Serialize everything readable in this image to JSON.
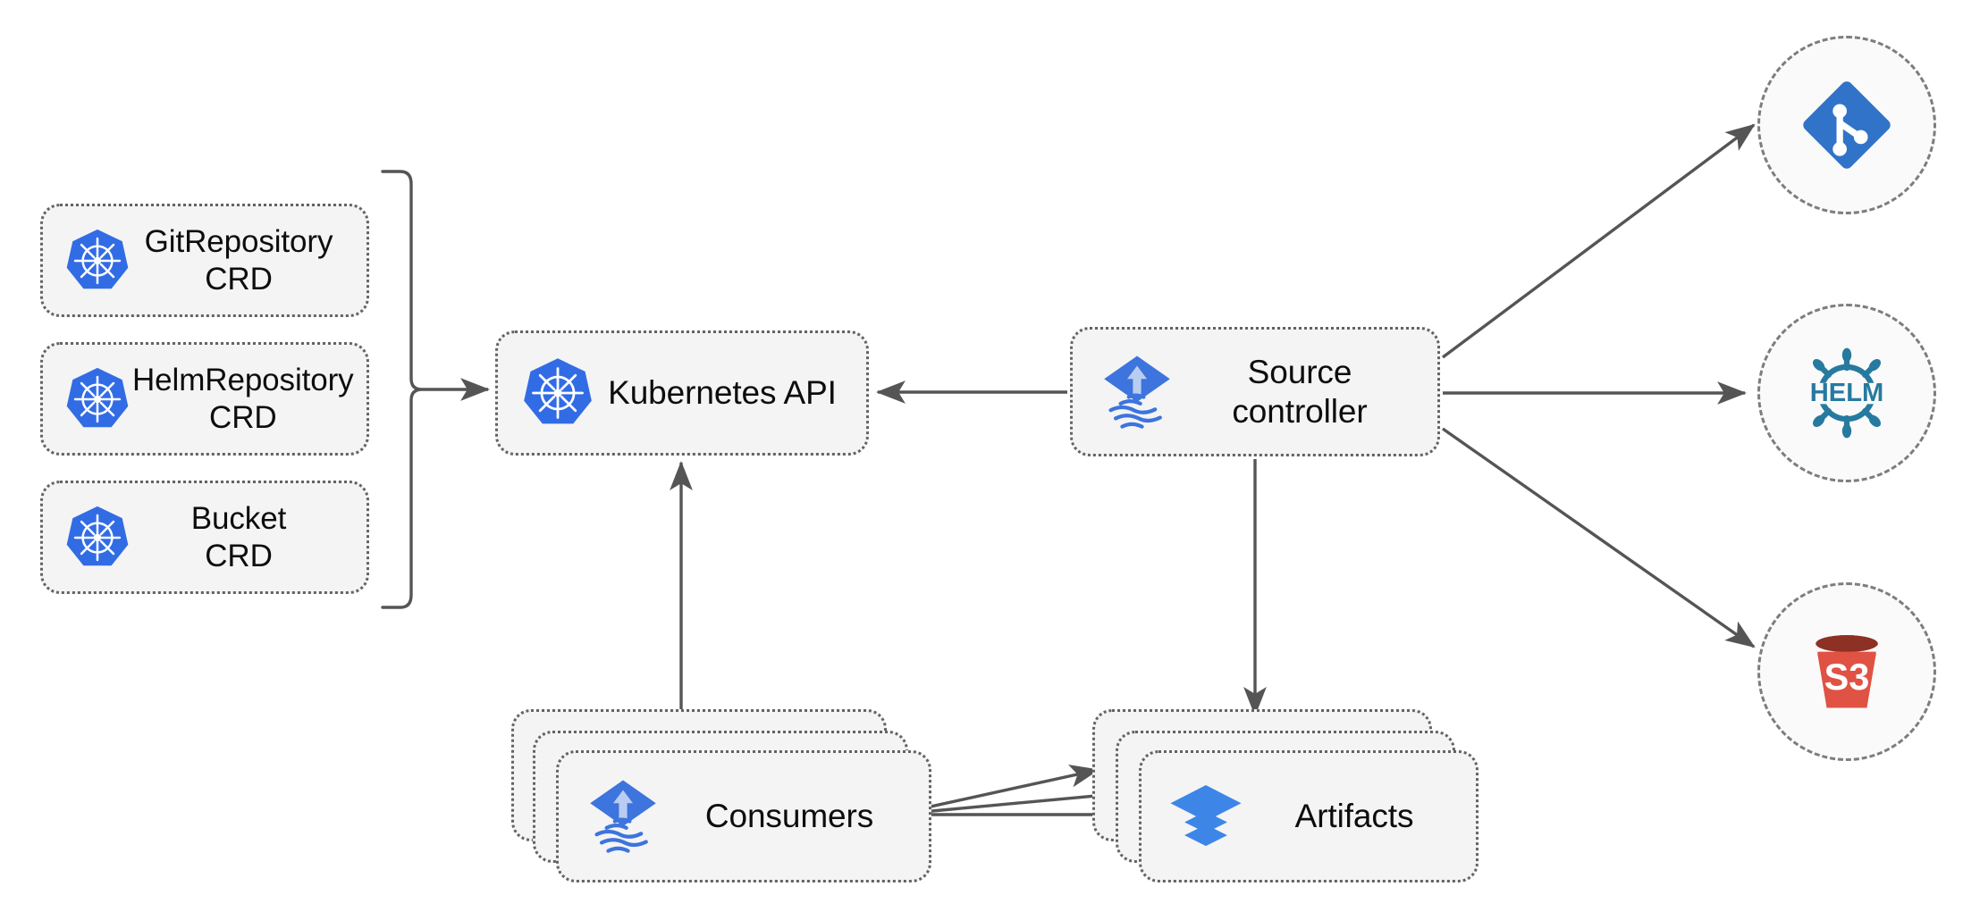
{
  "diagram": {
    "title": "Flux source-controller architecture",
    "background_color": "#ffffff",
    "box_fill_color": "#f4f4f4",
    "box_border_color": "#636363",
    "edge_color": "#555555",
    "accent_blue": "#3d74dd",
    "kubernetes_blue": "#326ce5",
    "helm_teal": "#277a9f",
    "s3_red": "#e05243",
    "s3_red_dark": "#8c3123"
  },
  "crds": [
    {
      "label": "GitRepository\nCRD",
      "icon": "kubernetes-icon"
    },
    {
      "label": "HelmRepository\nCRD",
      "icon": "kubernetes-icon"
    },
    {
      "label": "Bucket\nCRD",
      "icon": "kubernetes-icon"
    }
  ],
  "nodes": {
    "kubernetes_api": {
      "label": "Kubernetes API",
      "icon": "kubernetes-icon"
    },
    "source_controller": {
      "label": "Source\ncontroller",
      "icon": "flux-icon"
    },
    "consumers": {
      "label": "Consumers",
      "icon": "flux-icon"
    },
    "artifacts": {
      "label": "Artifacts",
      "icon": "layers-icon"
    }
  },
  "external_sources": [
    {
      "name": "git",
      "icon": "git-icon",
      "label": ""
    },
    {
      "name": "helm",
      "icon": "helm-icon",
      "label": "HELM"
    },
    {
      "name": "s3",
      "icon": "s3-bucket-icon",
      "label": "S3"
    }
  ],
  "edges": [
    {
      "from": "crd-bracket",
      "to": "kubernetes-api",
      "style": "solid-arrow"
    },
    {
      "from": "source-controller",
      "to": "kubernetes-api",
      "style": "solid-arrow"
    },
    {
      "from": "source-controller",
      "to": "git",
      "style": "solid-arrow"
    },
    {
      "from": "source-controller",
      "to": "helm",
      "style": "solid-arrow"
    },
    {
      "from": "source-controller",
      "to": "s3",
      "style": "solid-arrow"
    },
    {
      "from": "source-controller",
      "to": "artifacts",
      "style": "solid-arrow"
    },
    {
      "from": "consumers",
      "to": "kubernetes-api",
      "style": "solid-arrow"
    },
    {
      "from": "consumers",
      "to": "artifacts",
      "style": "solid-arrow"
    },
    {
      "from": "consumers",
      "to": "artifacts",
      "style": "solid-arrow"
    },
    {
      "from": "consumers",
      "to": "artifacts",
      "style": "solid-arrow"
    }
  ]
}
